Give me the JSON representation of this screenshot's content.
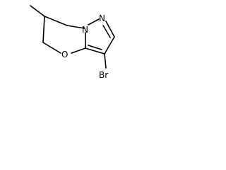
{
  "molecule": {
    "atoms": {
      "n1": "N",
      "n2": "N",
      "o": "O",
      "br": "Br"
    },
    "colors": {
      "bond": "#000000",
      "label": "#000000",
      "background": "#ffffff"
    }
  }
}
